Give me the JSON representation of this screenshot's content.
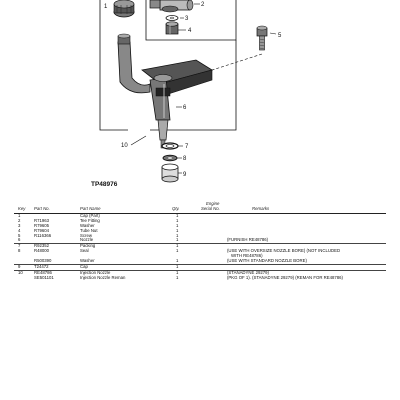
{
  "diagram": {
    "callouts": [
      "1",
      "2",
      "3",
      "4",
      "5",
      "6",
      "7",
      "8",
      "9",
      "10"
    ],
    "figure_id": "TP48976"
  },
  "table": {
    "headers": {
      "key": "Key",
      "part_no": "Part No.",
      "part_name": "Part Name",
      "qty": "Qty.",
      "engine_serial_line1": "Engine",
      "engine_serial_line2": "Serial No.",
      "remarks": "Remarks"
    },
    "rows": [
      {
        "key": "1",
        "part_no": "",
        "part_name": "Cap (Part)",
        "qty": "1",
        "remarks": ""
      },
      {
        "key": "2",
        "part_no": "R71963",
        "part_name": "Tee Fitting",
        "qty": "1",
        "remarks": ""
      },
      {
        "key": "3",
        "part_no": "R79605",
        "part_name": "Washer",
        "qty": "1",
        "remarks": ""
      },
      {
        "key": "4",
        "part_no": "R79604",
        "part_name": "Tube Nut",
        "qty": "1",
        "remarks": ""
      },
      {
        "key": "5",
        "part_no": "R116366",
        "part_name": "Screw",
        "qty": "1",
        "remarks": ""
      },
      {
        "key": "6",
        "part_no": "",
        "part_name": "Nozzle",
        "qty": "1",
        "remarks": "(FURNISH RE48786)"
      },
      {
        "key": "7",
        "part_no": "R92352",
        "part_name": "Packing",
        "qty": "1",
        "remarks": ""
      },
      {
        "key": "8",
        "part_no": "R48000",
        "part_name": "Seal",
        "qty": "1",
        "remarks": "(USE WITH OVERSIZE NOZZLE BORE) (NOT INCLUDED"
      },
      {
        "key": "",
        "part_no": "",
        "part_name": "",
        "qty": "",
        "remarks": "WITH RE48786)"
      },
      {
        "key": "",
        "part_no": "R500390",
        "part_name": "Washer",
        "qty": "1",
        "remarks": "(USE WITH STANDARD NOZZLE BORE)"
      },
      {
        "key": "9",
        "part_no": "T24472",
        "part_name": "Cap",
        "qty": "1",
        "remarks": ""
      },
      {
        "key": "10",
        "part_no": "RE48786",
        "part_name": "Injection Nozzle",
        "qty": "1",
        "remarks": "(STANADYNE 29279)"
      },
      {
        "key": "",
        "part_no": "SE501101",
        "part_name": "Injection Nozzle Reman",
        "qty": "1",
        "remarks": "(PKG OF 1). (STANADYNE 29279) (REMAN FOR RE48786)"
      }
    ]
  }
}
